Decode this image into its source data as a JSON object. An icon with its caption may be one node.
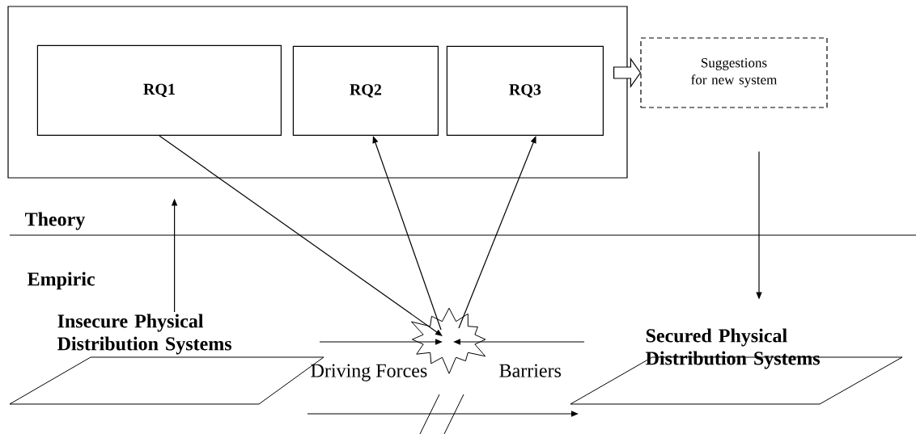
{
  "diagram": {
    "nodes": [
      {
        "text": [],
        "shape": "box"
      },
      {
        "text": [
          "RQ1"
        ],
        "in": 0
      },
      {
        "text": [
          "RQ2"
        ],
        "in": 0
      },
      {
        "text": [
          "RQ3"
        ],
        "in": 0
      },
      {
        "text": [
          "Suggestions for new system"
        ]
      },
      {
        "text": [
          "Insecure Physical Distribution Systems"
        ]
      },
      {
        "text": [
          "Secured Physical Distribution Systems"
        ]
      },
      {
        "text": [],
        "shape": "starburst"
      }
    ],
    "edges": [
      {
        "from": 0,
        "to": 4,
        "arrow": "to",
        "style": "thick"
      },
      {
        "from": 5,
        "to": 0,
        "arrow": "to"
      },
      {
        "from": 4,
        "to": 6,
        "arrow": "to"
      },
      {
        "from": 1,
        "to": 7,
        "arrow": "to"
      },
      {
        "from": 7,
        "to": 2,
        "arrow": "to"
      },
      {
        "from": 7,
        "to": 3,
        "arrow": "to"
      },
      {
        "from": null,
        "to": 7,
        "arrow": "to"
      },
      {
        "from": null,
        "to": 7,
        "arrow": "to"
      },
      {
        "from": null,
        "to": 6,
        "arrow": "to"
      }
    ],
    "labels": [
      "Theory",
      "Empiric",
      "Driving Forces",
      "Barriers"
    ]
  }
}
